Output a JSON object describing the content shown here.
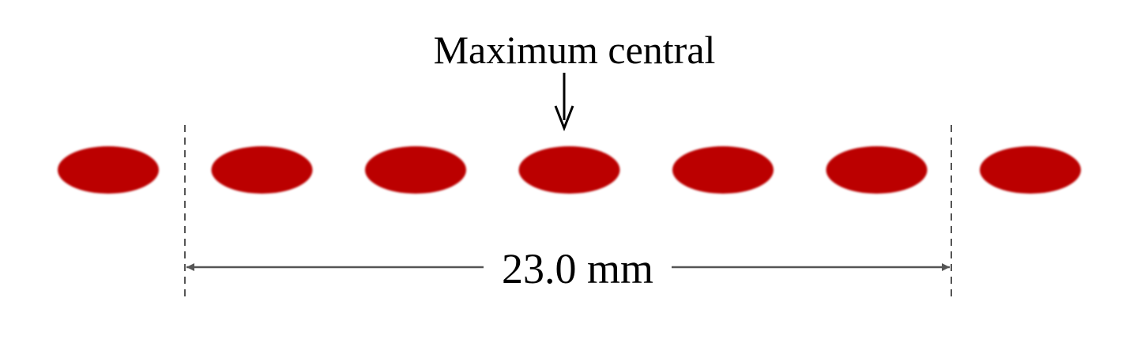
{
  "diagram": {
    "central_label": "Maximum central",
    "measurement_label": "23.0 mm",
    "fringe_count": 7,
    "fringe_color": "#bb0000",
    "line_color": "#000000",
    "dimension_line_color": "#555555"
  }
}
